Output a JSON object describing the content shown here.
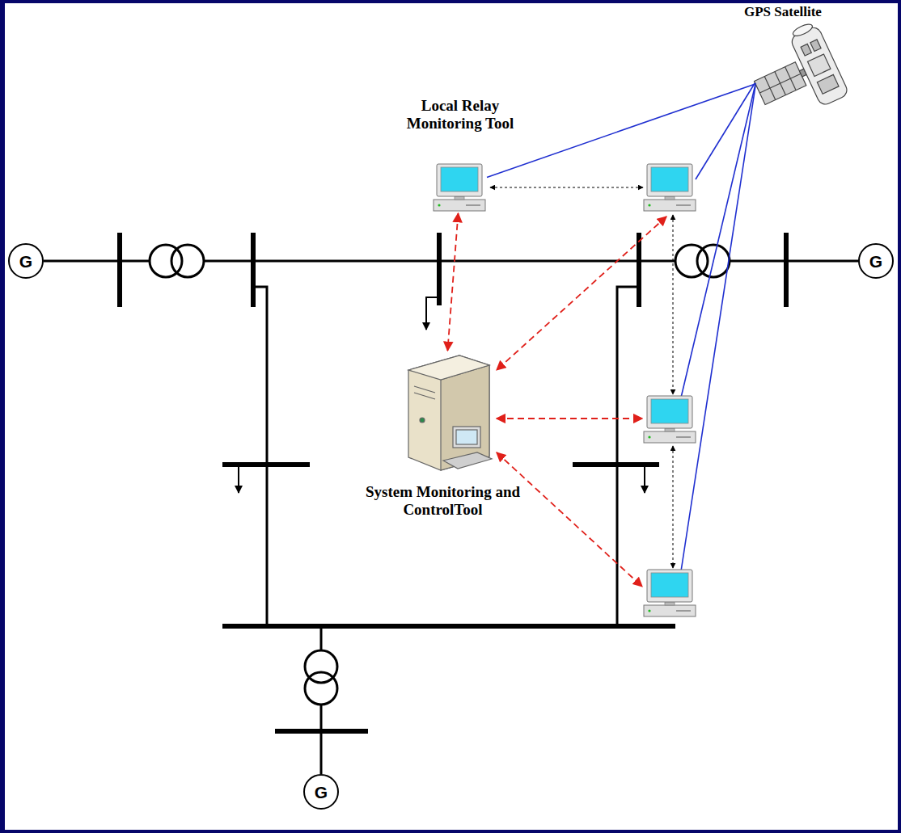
{
  "diagram": {
    "nodes": [
      {
        "text": [
          "GPS Satellite"
        ]
      },
      {
        "text": [
          "Local Relay Monitoring Tool"
        ]
      },
      {
        "text": [
          "G"
        ]
      },
      {
        "text": [
          "G"
        ]
      },
      {
        "text": [
          "System Monitoring and ControlTool"
        ]
      },
      {
        "text": [
          "G"
        ]
      }
    ],
    "edges": [
      {
        "from": 0,
        "to": 1,
        "arrow": "none"
      },
      {
        "from": 1,
        "to": 4,
        "arrow": "both"
      }
    ]
  }
}
